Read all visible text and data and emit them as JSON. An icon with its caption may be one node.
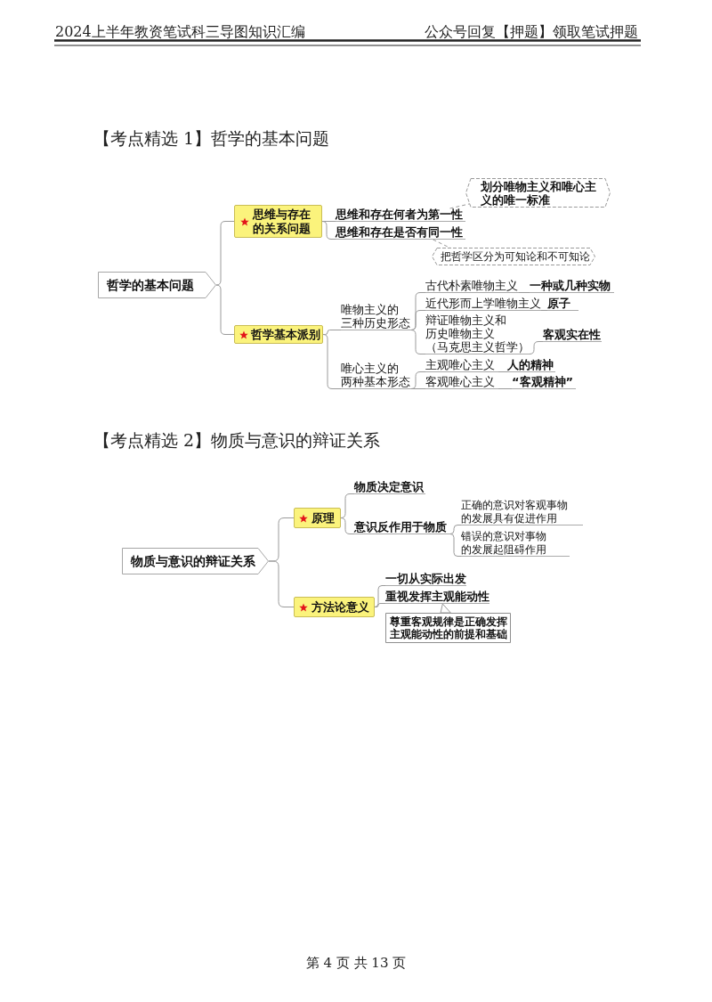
{
  "diagram": {
    "nodes": [
      {
        "text": [
          "哲学的基本问题"
        ]
      },
      {
        "text": [
          "思维与存在的关系问题"
        ]
      },
      {
        "text": [
          "思维和存在何者为第一性"
        ]
      },
      {
        "text": [
          "思维和存在是否有同一性"
        ]
      },
      {
        "text": [
          "划分唯物主义和唯心主义的唯一标准"
        ]
      },
      {
        "text": [
          "把哲学区分为可知论和不可知论"
        ]
      },
      {
        "text": [
          "哲学基本派别"
        ]
      },
      {
        "text": [
          "唯物主义的三种历史形态"
        ]
      },
      {
        "text": [
          "古代朴素唯物主义"
        ]
      },
      {
        "text": [
          "一种或几种实物"
        ]
      },
      {
        "text": [
          "近代形而上学唯物主义"
        ]
      },
      {
        "text": [
          "原子"
        ]
      },
      {
        "text": [
          "辩证唯物主义和历史唯物主义（马克思主义哲学）"
        ]
      },
      {
        "text": [
          "客观实在性"
        ]
      },
      {
        "text": [
          "唯心主义的两种基本形态"
        ]
      },
      {
        "text": [
          "主观唯心主义"
        ]
      },
      {
        "text": [
          "人的精神"
        ]
      },
      {
        "text": [
          "客观唯心主义"
        ]
      },
      {
        "text": [
          "“客观精神”"
        ]
      },
      {
        "text": [
          "物质与意识的辩证关系"
        ]
      },
      {
        "text": [
          "原理"
        ]
      },
      {
        "text": [
          "物质决定意识"
        ]
      },
      {
        "text": [
          "意识反作用于物质"
        ]
      },
      {
        "text": [
          "正确的意识对客观事物的发展具有促进作用"
        ]
      },
      {
        "text": [
          "错误的意识对事物的发展起阻碍作用"
        ]
      },
      {
        "text": [
          "方法论意义"
        ]
      },
      {
        "text": [
          "一切从实际出发"
        ]
      },
      {
        "text": [
          "重视发挥主观能动性"
        ]
      },
      {
        "text": [
          "尊重客观规律是正确发挥主观能动性的前提和基础"
        ]
      }
    ],
    "edges": [
      {
        "from": 0,
        "to": 1,
        "arrow": "none"
      },
      {
        "from": 0,
        "to": 6,
        "arrow": "none"
      },
      {
        "from": 1,
        "to": 2,
        "arrow": "none"
      },
      {
        "from": 1,
        "to": 3,
        "arrow": "none"
      },
      {
        "from": 2,
        "to": 4,
        "arrow": "none",
        "style": "dashed"
      },
      {
        "from": 3,
        "to": 5,
        "arrow": "none",
        "style": "dashed"
      },
      {
        "from": 6,
        "to": 7,
        "arrow": "none"
      },
      {
        "from": 6,
        "to": 14,
        "arrow": "none"
      },
      {
        "from": 7,
        "to": 8,
        "arrow": "none"
      },
      {
        "from": 7,
        "to": 10,
        "arrow": "none"
      },
      {
        "from": 7,
        "to": 12,
        "arrow": "none"
      },
      {
        "from": 8,
        "to": 9,
        "arrow": "none"
      },
      {
        "from": 10,
        "to": 11,
        "arrow": "none"
      },
      {
        "from": 12,
        "to": 13,
        "arrow": "none"
      },
      {
        "from": 14,
        "to": 15,
        "arrow": "none"
      },
      {
        "from": 14,
        "to": 17,
        "arrow": "none"
      },
      {
        "from": 15,
        "to": 16,
        "arrow": "none"
      },
      {
        "from": 17,
        "to": 18,
        "arrow": "none"
      },
      {
        "from": 19,
        "to": 20,
        "arrow": "none"
      },
      {
        "from": 19,
        "to": 25,
        "arrow": "none"
      },
      {
        "from": 20,
        "to": 21,
        "arrow": "none"
      },
      {
        "from": 20,
        "to": 22,
        "arrow": "none"
      },
      {
        "from": 22,
        "to": 23,
        "arrow": "none"
      },
      {
        "from": 22,
        "to": 24,
        "arrow": "none"
      },
      {
        "from": 25,
        "to": 26,
        "arrow": "none"
      },
      {
        "from": 25,
        "to": 27,
        "arrow": "none"
      },
      {
        "from": 28,
        "to": 27,
        "arrow": "to"
      }
    ],
    "labels": [
      "2024上半年教资笔试科三导图知识汇编",
      "公众号回复【押题】领取笔试押题",
      "【考点精选 1】哲学的基本问题",
      "【考点精选 2】物质与意识的辩证关系",
      "第 4 页 共 13 页"
    ]
  }
}
